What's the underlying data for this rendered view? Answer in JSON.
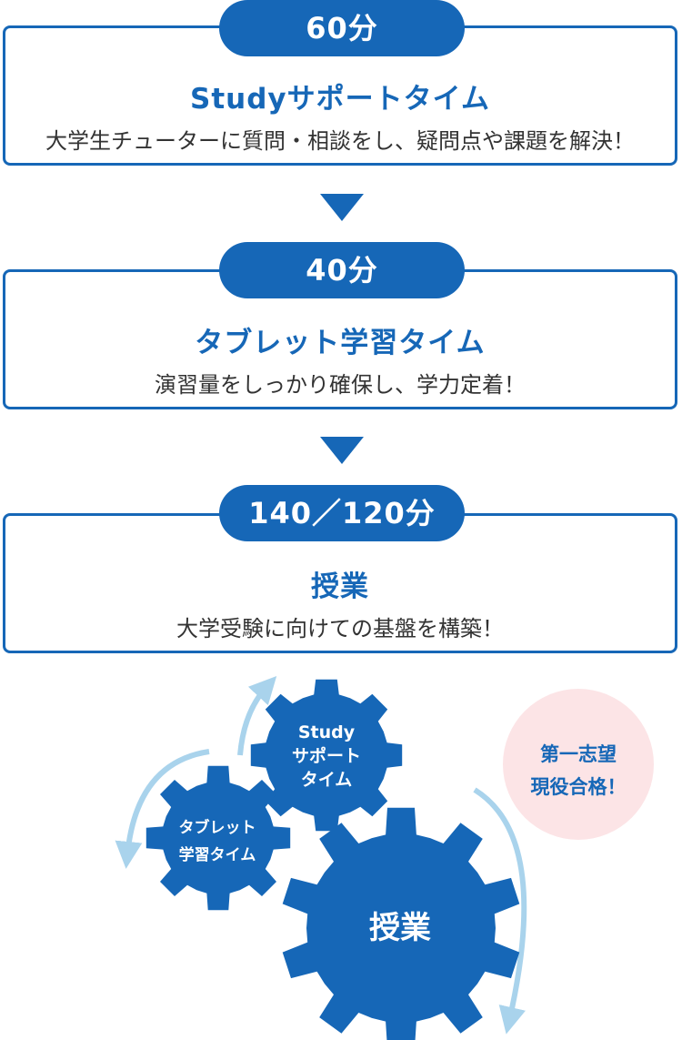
{
  "steps": [
    {
      "duration": "60分",
      "title": "Studyサポートタイム",
      "description": "大学生チューターに質問・相談をし、疑問点や課題を解決！"
    },
    {
      "duration": "40分",
      "title": "タブレット学習タイム",
      "description": "演習量をしっかり確保し、学力定着！"
    },
    {
      "duration": "140／120分",
      "title": "授業",
      "description": "大学受験に向けての基盤を構築！"
    }
  ],
  "gears": {
    "study_line1": "Study",
    "study_line2": "サポート",
    "study_line3": "タイム",
    "tablet_line1": "タブレット",
    "tablet_line2": "学習タイム",
    "class": "授業"
  },
  "goal": {
    "line1": "第一志望",
    "line2": "現役合格！"
  },
  "colors": {
    "primary": "#1667b7",
    "arrow_light": "#a9d3ec",
    "goal_bg": "#fce4e6"
  }
}
